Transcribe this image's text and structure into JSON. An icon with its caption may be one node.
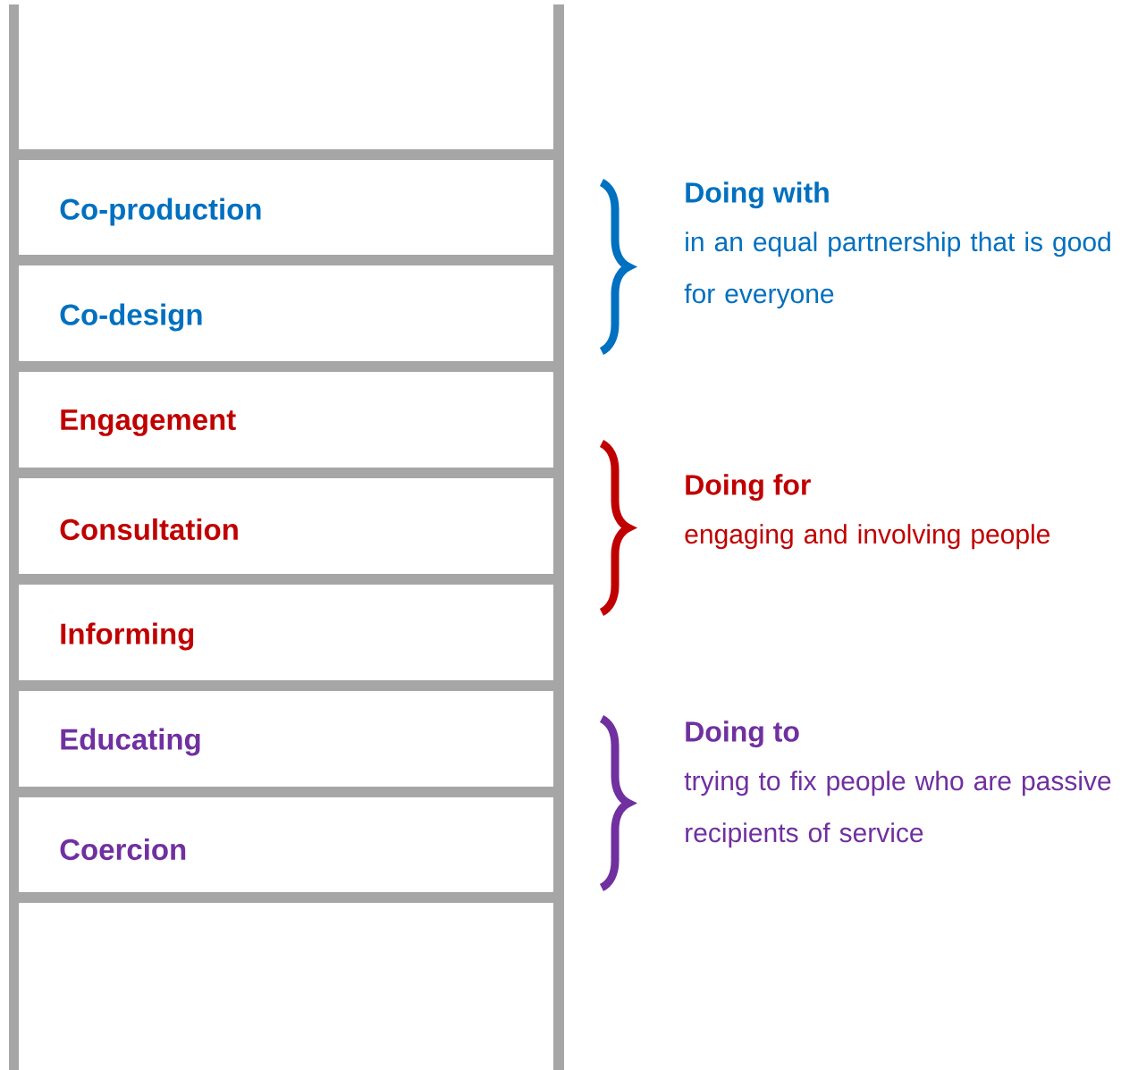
{
  "diagram": {
    "nodes": [
      {
        "text": [
          "Co-production"
        ]
      },
      {
        "text": [
          "Co-design"
        ]
      },
      {
        "text": [
          "Engagement"
        ]
      },
      {
        "text": [
          "Consultation"
        ]
      },
      {
        "text": [
          "Informing"
        ]
      },
      {
        "text": [
          "Educating"
        ]
      },
      {
        "text": [
          "Coercion"
        ]
      }
    ],
    "labels": [
      "Doing with",
      "in an equal partnership that is good for everyone",
      "Doing for",
      "engaging and involving people",
      "Doing to",
      "trying to fix people who are passive recipients of service"
    ]
  }
}
